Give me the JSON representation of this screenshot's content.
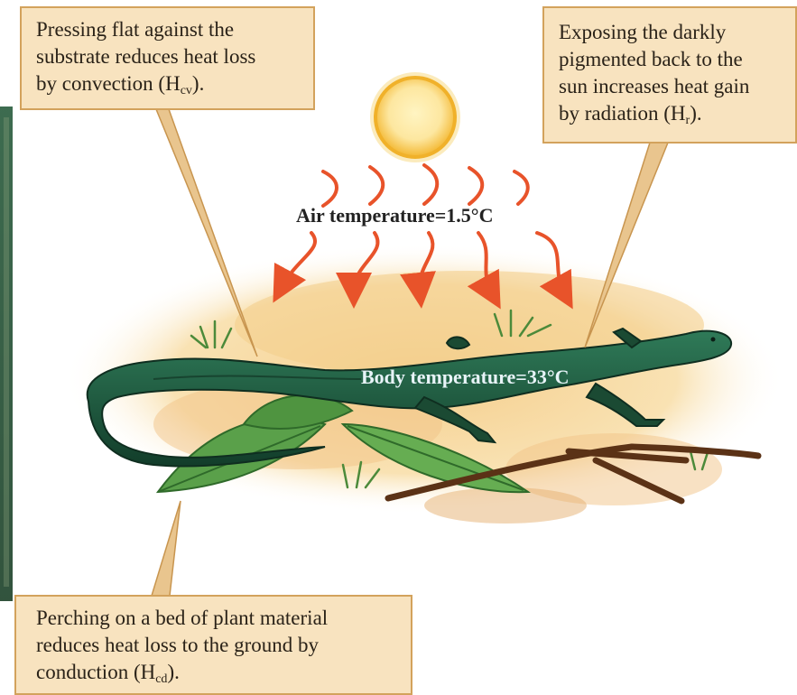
{
  "callouts": {
    "convection": {
      "line1": "Pressing flat against the",
      "line2": "substrate reduces heat loss",
      "line3_pre": "by convection (H",
      "line3_sub": "cv",
      "line3_post": ")."
    },
    "radiation": {
      "line1": "Exposing the darkly",
      "line2": "pigmented back to the",
      "line3": "sun increases heat gain",
      "line4_pre": "by radiation (H",
      "line4_sub": "r",
      "line4_post": ")."
    },
    "conduction": {
      "line1": "Perching on a bed of plant material",
      "line2": "reduces heat loss to the ground by",
      "line3_pre": "conduction (H",
      "line3_sub": "cd",
      "line3_post": ")."
    }
  },
  "labels": {
    "air_temperature": "Air temperature=1.5°C",
    "body_temperature": "Body temperature=33°C"
  },
  "colors": {
    "callout_fill": "#f8e3bf",
    "callout_border": "#d3a25c",
    "sun_glow": "#f4c542",
    "heat_arrow": "#e8532a",
    "lizard": "#1f5a3e",
    "leaf": "#5aa04a",
    "ground": "#f6d9a0"
  }
}
